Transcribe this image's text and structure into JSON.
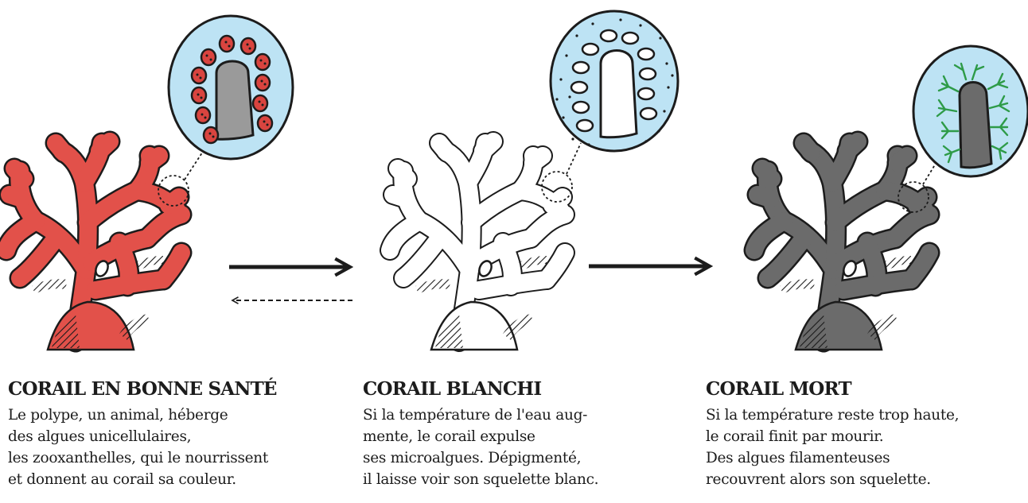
{
  "colors": {
    "healthy_coral": "#e2514a",
    "bleached_coral": "#ffffff",
    "dead_coral": "#6b6b6b",
    "water_bubble": "#bde3f4",
    "algae_red": "#d9443f",
    "algae_green": "#2e9b48",
    "outline": "#1c1c1c"
  },
  "stages": [
    {
      "title": "CORAIL EN BONNE SANTÉ",
      "lines": [
        "Le polype, un animal, héberge",
        "des algues unicellulaires,",
        "les zooxanthelles, qui le nourrissent",
        "et donnent au corail sa couleur."
      ]
    },
    {
      "title": "CORAIL BLANCHI",
      "lines": [
        "Si la température de l'eau aug-",
        "mente, le corail expulse",
        "ses microalgues. Dépigmenté,",
        "il laisse voir son squelette blanc."
      ]
    },
    {
      "title": "CORAIL MORT",
      "lines": [
        "Si la température reste trop haute,",
        "le corail finit par mourir.",
        "Des algues filamenteuses",
        "recouvrent alors son squelette."
      ]
    }
  ]
}
